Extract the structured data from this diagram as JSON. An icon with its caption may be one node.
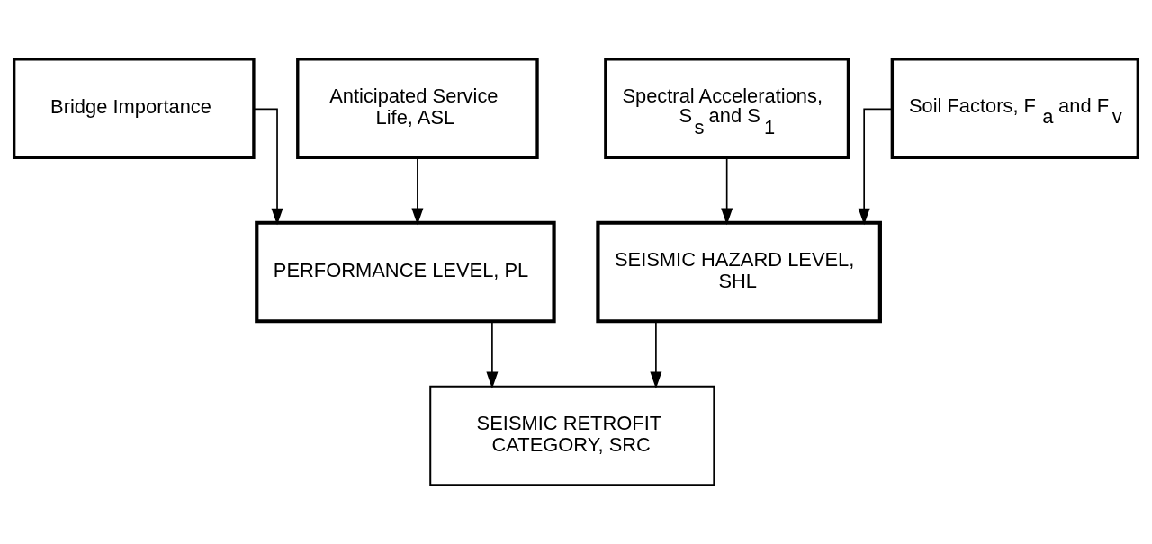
{
  "diagram": {
    "nodes": [
      {
        "text": [
          "Bridge Importance"
        ]
      },
      {
        "text": [
          "Anticipated Service Life, ASL"
        ]
      },
      {
        "text": [
          "Spectral Accelerations, S$_{s}$ and S$_{1}$"
        ]
      },
      {
        "text": [
          "Soil Factors, F$_{a}$ and F$_{v}$"
        ]
      },
      {
        "text": [
          "PERFORMANCE LEVEL, PL"
        ]
      },
      {
        "text": [
          "SEISMIC HAZARD LEVEL, SHL"
        ]
      },
      {
        "text": [
          "SEISMIC RETROFIT CATEGORY, SRC"
        ]
      }
    ],
    "edges": [
      {
        "from": 0,
        "to": 4,
        "arrow": "to"
      },
      {
        "from": 1,
        "to": 4,
        "arrow": "to"
      },
      {
        "from": 2,
        "to": 5,
        "arrow": "to"
      },
      {
        "from": 3,
        "to": 5,
        "arrow": "to"
      },
      {
        "from": 4,
        "to": 6,
        "arrow": "to"
      },
      {
        "from": 5,
        "to": 6,
        "arrow": "to"
      }
    ]
  }
}
